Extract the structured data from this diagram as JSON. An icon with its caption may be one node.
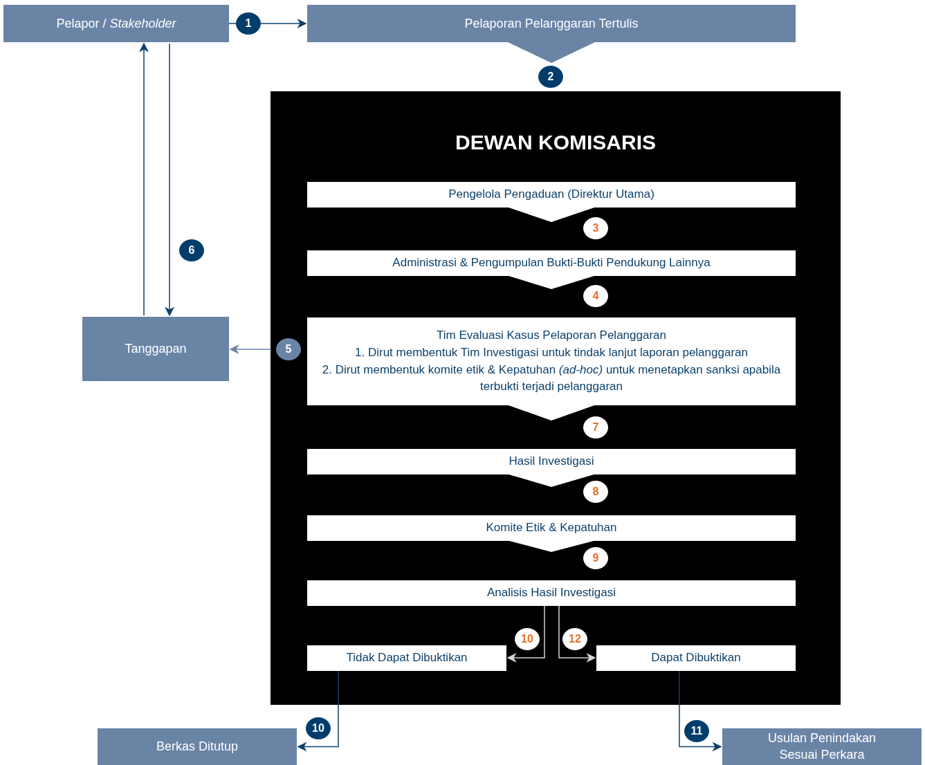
{
  "diagram": {
    "nodes": [
      {
        "text": [
          "Pelapor / *Stakeholder*"
        ]
      },
      {
        "text": [
          "Pelaporan Pelanggaran Tertulis"
        ]
      },
      {
        "text": [
          "DEWAN KOMISARIS"
        ]
      },
      {
        "text": [
          "Pengelola Pengaduan (Direktur Utama)"
        ],
        "in": 2
      },
      {
        "text": [
          "Administrasi & Pengumpulan Bukti-Bukti Pendukung Lainnya"
        ],
        "in": 2
      },
      {
        "text": [
          "Tim Evaluasi Kasus Pelaporan Pelanggaran",
          "1. Dirut membentuk Tim Investigasi untuk tindak lanjut laporan pelanggaran",
          "2. Dirut membentuk komite etik & Kepatuhan *(ad-hoc)* untuk menetapkan sanksi apabila terbukti terjadi pelanggaran"
        ],
        "in": 2
      },
      {
        "text": [
          "Hasil Investigasi"
        ],
        "in": 2
      },
      {
        "text": [
          "Komite Etik & Kepatuhan"
        ],
        "in": 2
      },
      {
        "text": [
          "Analisis Hasil Investigasi"
        ],
        "in": 2
      },
      {
        "text": [
          "Tidak Dapat Dibuktikan"
        ],
        "in": 2
      },
      {
        "text": [
          "Dapat Dibuktikan"
        ],
        "in": 2
      },
      {
        "text": [
          "Tanggapan"
        ]
      },
      {
        "text": [
          "Berkas Ditutup"
        ]
      },
      {
        "text": [
          "Usulan Penindakan Sesuai Perkara"
        ]
      }
    ],
    "edges": [
      {
        "from": 0,
        "to": 1,
        "arrow": "to",
        "label": "1"
      },
      {
        "from": 1,
        "to": 2,
        "arrow": "to",
        "label": "2",
        "color": "#6a84a6"
      },
      {
        "from": 3,
        "to": 4,
        "arrow": "to",
        "label": "3",
        "color": "#ffffff"
      },
      {
        "from": 4,
        "to": 5,
        "arrow": "to",
        "label": "4",
        "color": "#ffffff"
      },
      {
        "from": 2,
        "to": 11,
        "arrow": "to",
        "label": "5",
        "color": "#6a84a6"
      },
      {
        "from": 0,
        "to": 11,
        "arrow": "to",
        "label": "6"
      },
      {
        "from": 11,
        "to": 0,
        "arrow": "to"
      },
      {
        "from": 5,
        "to": 6,
        "arrow": "to",
        "label": "7",
        "color": "#ffffff"
      },
      {
        "from": 6,
        "to": 7,
        "arrow": "to",
        "label": "8",
        "color": "#ffffff"
      },
      {
        "from": 7,
        "to": 8,
        "arrow": "to",
        "label": "9",
        "color": "#ffffff"
      },
      {
        "from": 8,
        "to": 9,
        "arrow": "to",
        "label": "10",
        "color": "#d4d4d4"
      },
      {
        "from": 8,
        "to": 10,
        "arrow": "to",
        "label": "12",
        "color": "#d4d4d4"
      },
      {
        "from": 9,
        "to": 12,
        "arrow": "to",
        "label": "10"
      },
      {
        "from": 10,
        "to": 13,
        "arrow": "to",
        "label": "11"
      }
    ]
  }
}
